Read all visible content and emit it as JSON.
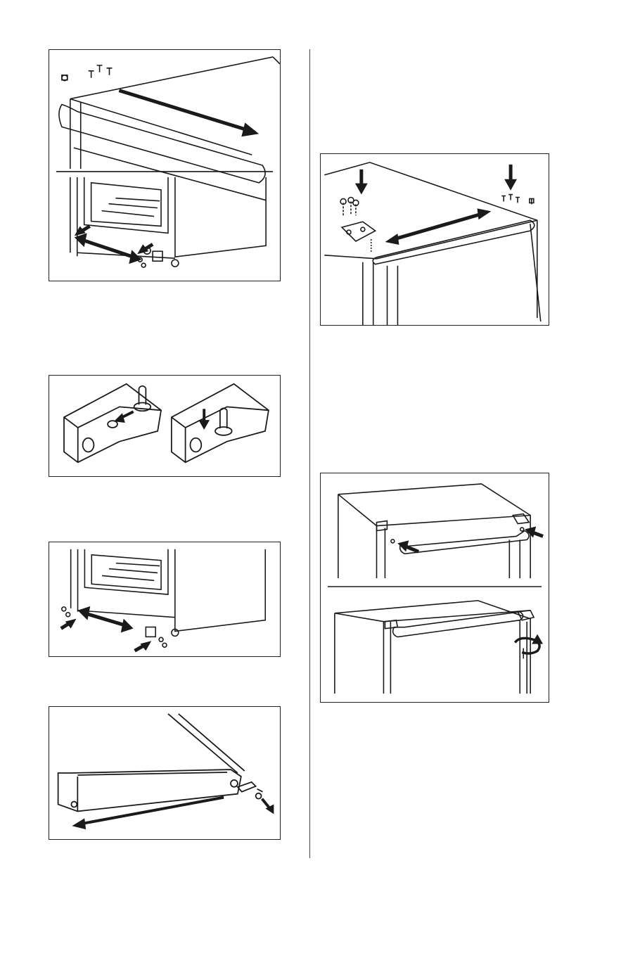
{
  "colors": {
    "ink": "#1a1a1a",
    "border": "#222222",
    "shade": "#d9d9d9"
  },
  "figures": [
    {
      "id": "panel-1",
      "icon": "top-hinge-removal-and-bottom-hinge-removal-icon"
    },
    {
      "id": "panel-2",
      "icon": "hinge-pin-swap-icon"
    },
    {
      "id": "panel-3",
      "icon": "bottom-hinge-install-opposite-side-icon"
    },
    {
      "id": "panel-4",
      "icon": "door-bottom-hinge-bracket-icon"
    },
    {
      "id": "panel-5",
      "icon": "top-hinge-install-opposite-side-icon"
    },
    {
      "id": "panel-6",
      "icon": "door-handle-screws-and-rotate-icon"
    }
  ]
}
